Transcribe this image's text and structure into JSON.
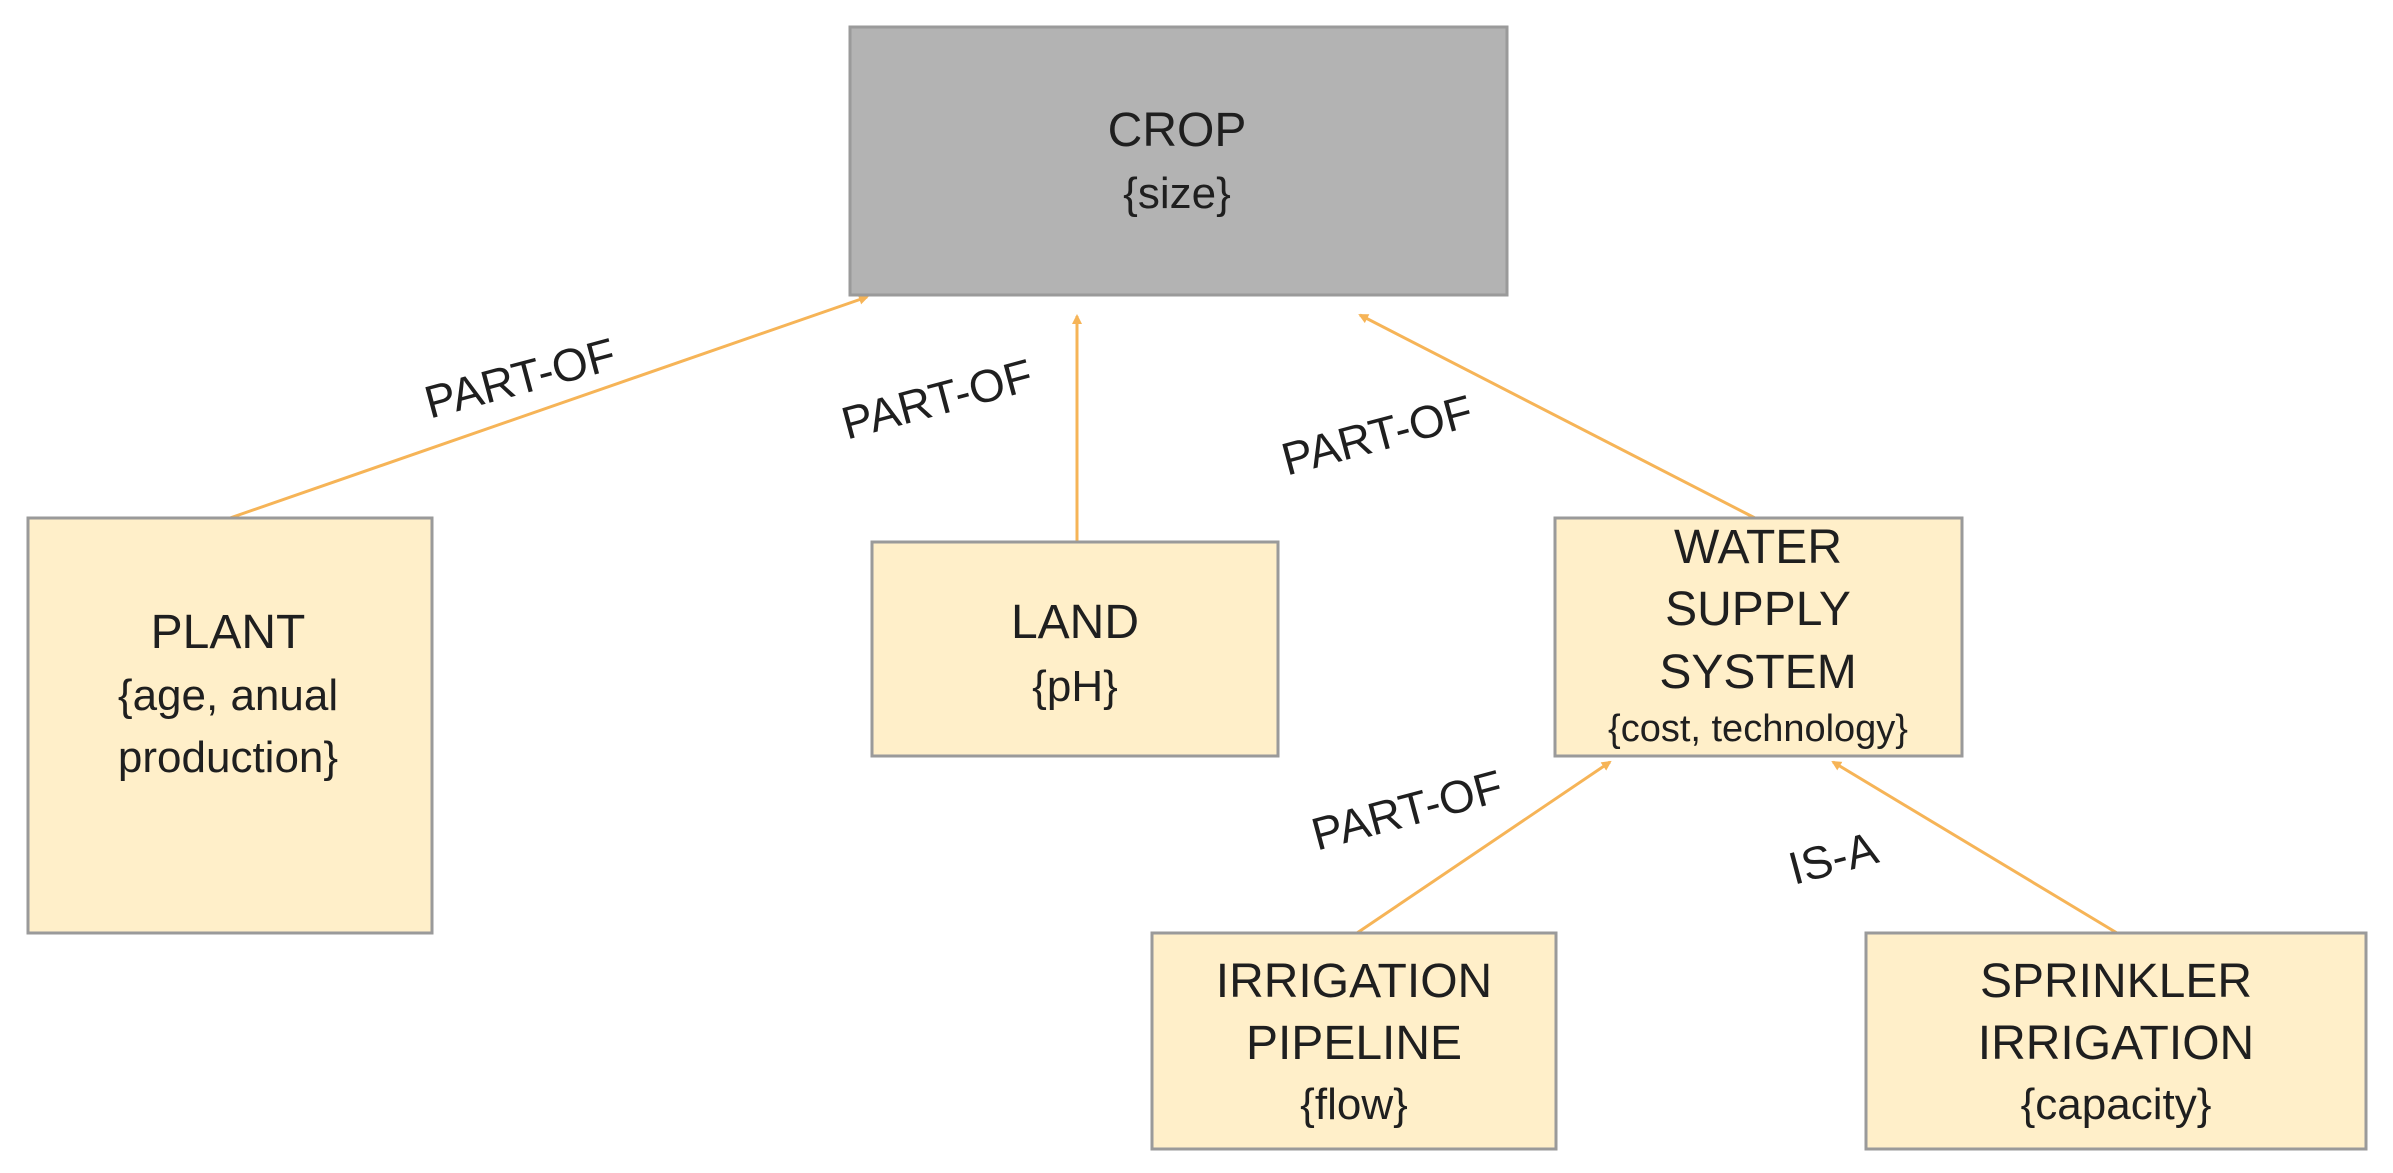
{
  "nodes": {
    "crop": {
      "title": "CROP",
      "attr": "{size}"
    },
    "plant": {
      "title": "PLANT",
      "attr_line1": "{age, anual",
      "attr_line2": "production}"
    },
    "land": {
      "title": "LAND",
      "attr": "{pH}"
    },
    "water": {
      "title_line1": "WATER",
      "title_line2": "SUPPLY",
      "title_line3": "SYSTEM",
      "attr": "{cost, technology}"
    },
    "pipeline": {
      "title_line1": "IRRIGATION",
      "title_line2": "PIPELINE",
      "attr": "{flow}"
    },
    "sprinkler": {
      "title_line1": "SPRINKLER",
      "title_line2": "IRRIGATION",
      "attr": "{capacity}"
    }
  },
  "edges": {
    "plant_crop": {
      "label": "PART-OF"
    },
    "land_crop": {
      "label": "PART-OF"
    },
    "water_crop": {
      "label": "PART-OF"
    },
    "pipeline_water": {
      "label": "PART-OF"
    },
    "sprinkler_water": {
      "label": "IS-A"
    }
  },
  "colors": {
    "root_fill": "#b3b3b3",
    "child_fill": "#ffefc9",
    "border": "#9a9a9a",
    "arrow": "#f6b457"
  }
}
